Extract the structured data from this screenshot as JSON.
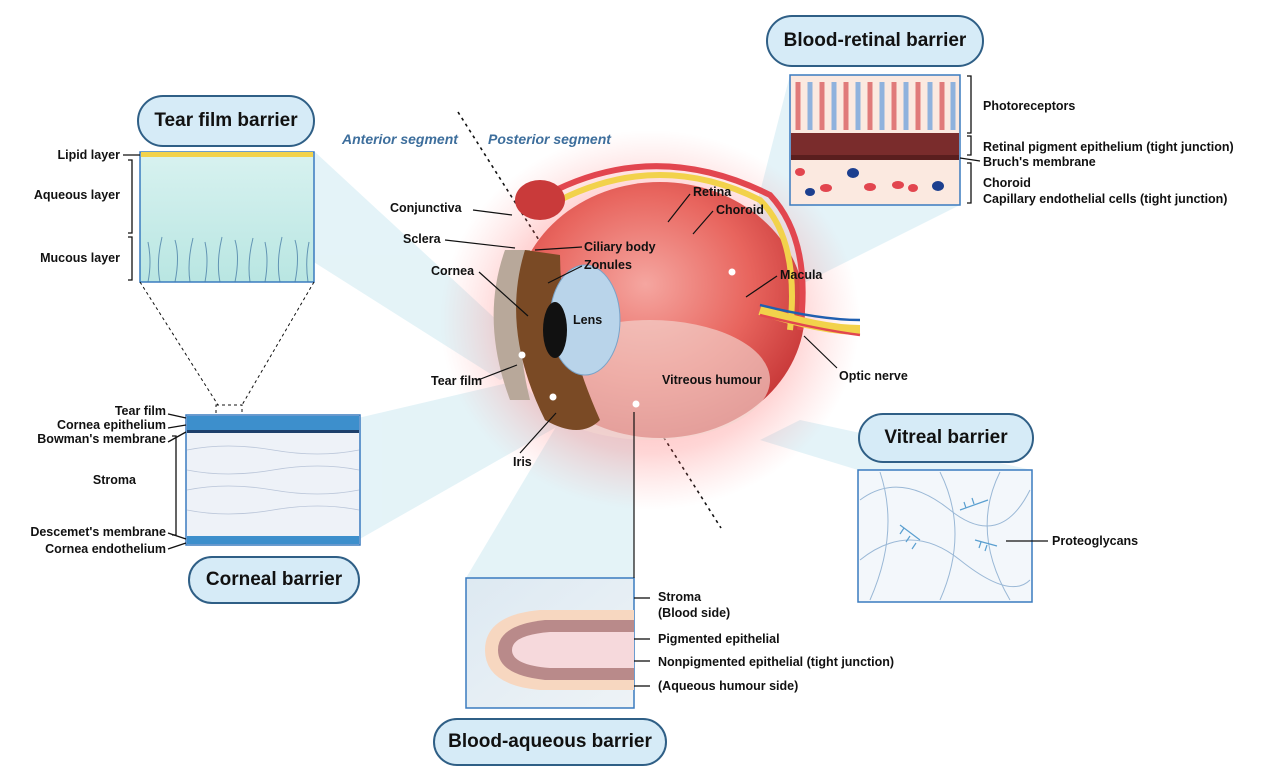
{
  "segments": {
    "anterior": "Anterior segment",
    "posterior": "Posterior segment"
  },
  "barriers": {
    "tear_film": "Tear film barrier",
    "corneal": "Corneal barrier",
    "blood_retinal": "Blood-retinal barrier",
    "vitreal": "Vitreal barrier",
    "blood_aqueous": "Blood-aqueous barrier"
  },
  "tear_film_layers": {
    "lipid": "Lipid layer",
    "aqueous": "Aqueous layer",
    "mucous": "Mucous layer"
  },
  "cornea_layers": {
    "tear_film": "Tear film",
    "epithelium": "Cornea epithelium",
    "bowman": "Bowman's membrane",
    "stroma": "Stroma",
    "descemet": "Descemet's membrane",
    "endothelium": "Cornea endothelium"
  },
  "eye_parts": {
    "conjunctiva": "Conjunctiva",
    "sclera": "Sclera",
    "cornea": "Cornea",
    "ciliary_body": "Ciliary body",
    "zonules": "Zonules",
    "lens": "Lens",
    "tear_film": "Tear film",
    "iris": "Iris",
    "retina": "Retina",
    "choroid": "Choroid",
    "macula": "Macula",
    "optic_nerve": "Optic nerve",
    "vitreous": "Vitreous humour"
  },
  "retinal_layers": {
    "photoreceptors": "Photoreceptors",
    "rpe": "Retinal pigment epithelium (tight junction)",
    "bruch": "Bruch's membrane",
    "choroid": "Choroid",
    "capillary": "Capillary endothelial cells (tight junction)"
  },
  "vitreal_labels": {
    "proteoglycans": "Proteoglycans"
  },
  "aqueous_labels": {
    "stroma": "Stroma",
    "blood_side": "(Blood side)",
    "pigmented": "Pigmented epithelial",
    "nonpigmented": "Nonpigmented epithelial (tight junction)",
    "aqueous_side": "(Aqueous humour side)"
  },
  "colors": {
    "pill_fill": "#d6ebf7",
    "pill_border": "#2f5f86",
    "beam": "#d9eef5",
    "segment_text": "#3d6e9c",
    "retina": "#e2464f",
    "choroid_yellow": "#f2d24b",
    "iris": "#7a4a25"
  }
}
